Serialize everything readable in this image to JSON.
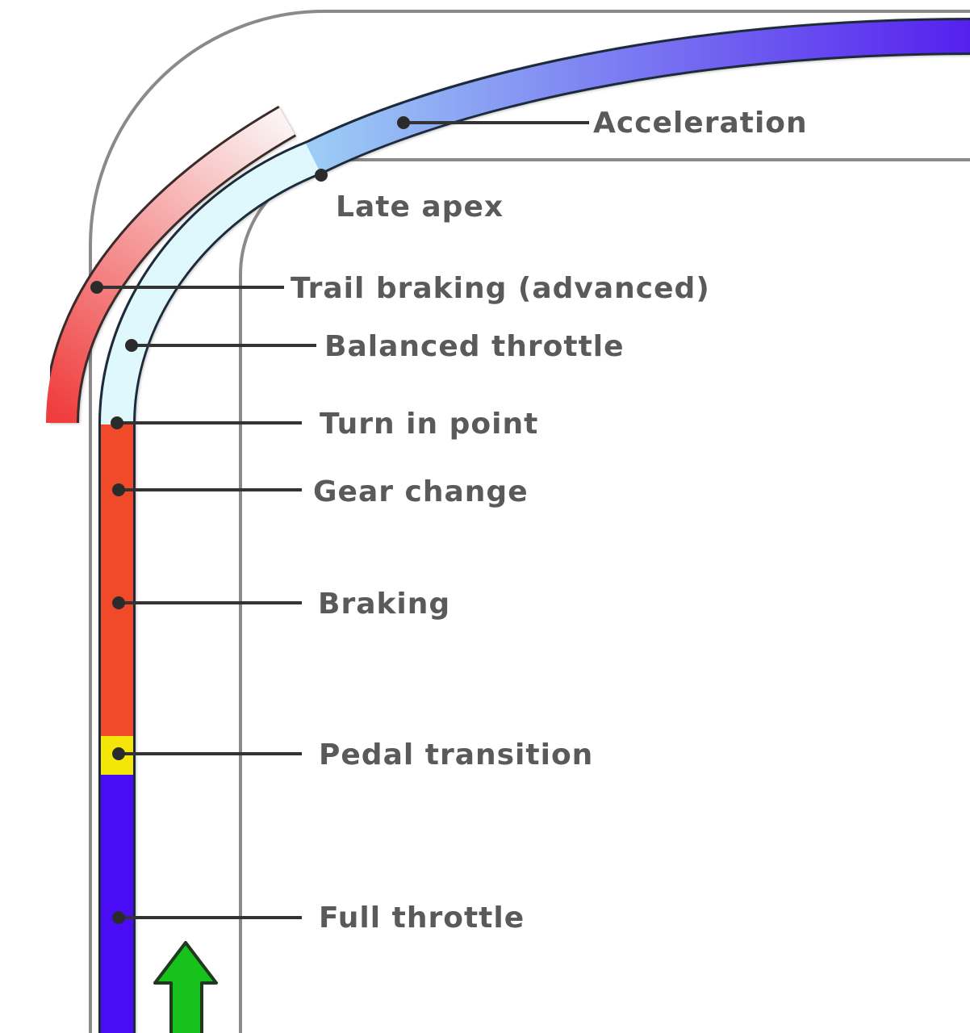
{
  "labels": {
    "acceleration": "Acceleration",
    "late_apex": "Late apex",
    "trail_braking": "Trail braking (advanced)",
    "balanced_throttle": "Balanced throttle",
    "turn_in_point": "Turn in point",
    "gear_change": "Gear change",
    "braking": "Braking",
    "pedal_transition": "Pedal transition",
    "full_throttle": "Full throttle"
  },
  "colors": {
    "track_edge": "#8a8a8a",
    "braking": "#f04a2a",
    "pedal_transition": "#f5e60a",
    "full_throttle": "#4a0cf5",
    "balanced_throttle": "#dff8fb",
    "acceleration_start": "#9cccf5",
    "acceleration_end": "#5520ee",
    "trail_braking_start": "#fbeeee",
    "trail_braking_end": "#f03c3c",
    "direction_arrow": "#18c21c",
    "label_text": "#5a5a5a"
  },
  "icons": {
    "direction": "arrow-up-icon"
  }
}
